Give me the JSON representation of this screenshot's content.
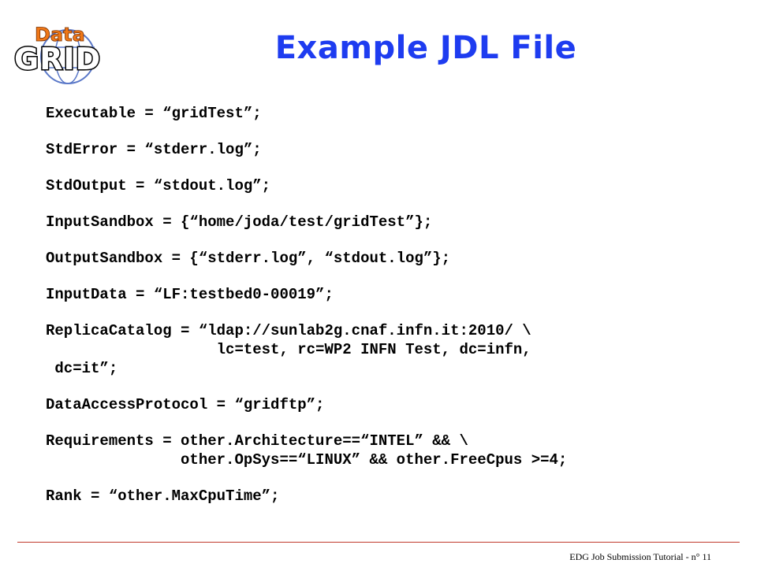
{
  "header": {
    "logo_text_top": "Data",
    "logo_text_bottom": "GRID",
    "title": "Example JDL File"
  },
  "jdl": {
    "executable": "Executable = “gridTest”;",
    "stderr": "StdError = “stderr.log”;",
    "stdout": "StdOutput = “stdout.log”;",
    "input_sandbox": "InputSandbox = {“home/joda/test/gridTest”};",
    "output_sandbox": "OutputSandbox = {“stderr.log”, “stdout.log”};",
    "input_data": "InputData = “LF:testbed0-00019”;",
    "replica_catalog_1": "ReplicaCatalog = “ldap://sunlab2g.cnaf.infn.it:2010/ \\",
    "replica_catalog_2": "                   lc=test, rc=WP2 INFN Test, dc=infn,",
    "replica_catalog_3": " dc=it”;",
    "data_access_protocol": "DataAccessProtocol = “gridftp”;",
    "requirements_1": "Requirements = other.Architecture==“INTEL” && \\",
    "requirements_2": "               other.OpSys==“LINUX” && other.FreeCpus >=4;",
    "rank": "Rank = “other.MaxCpuTime”;"
  },
  "footer": {
    "text": "EDG Job Submission Tutorial - n° 11"
  },
  "colors": {
    "title": "#1e3cf0",
    "logo_orange": "#f07818",
    "logo_globe": "#5a78c8",
    "rule": "#c0392b"
  }
}
